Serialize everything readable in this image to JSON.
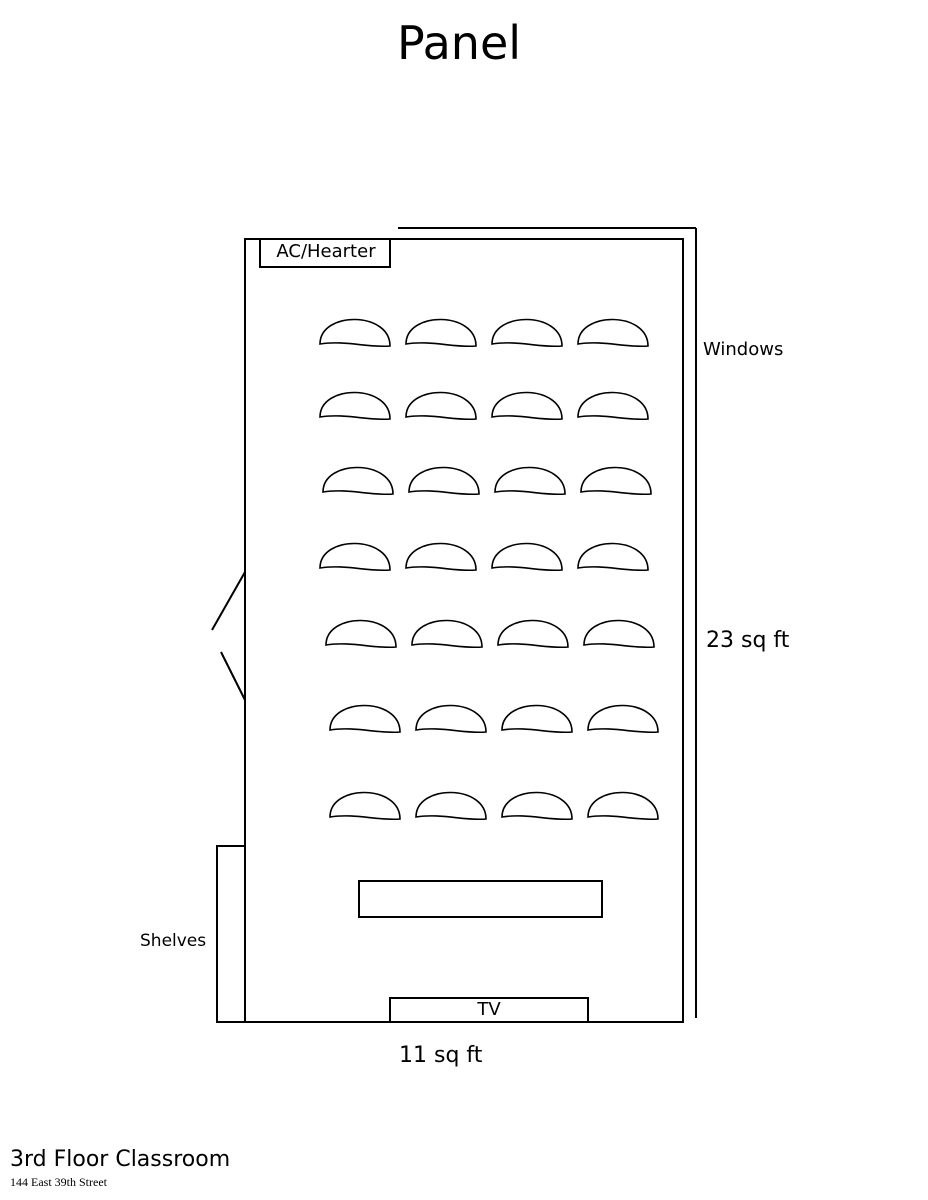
{
  "diagram": {
    "title": "Panel",
    "ac_heater_label": "AC/Hearter",
    "windows_label": "Windows",
    "room_length_label": "23 sq ft",
    "shelves_label": "Shelves",
    "tv_label": "TV",
    "room_width_label": "11 sq ft",
    "room_name": "3rd Floor Classroom",
    "address": "144 East 39th Street",
    "seating": {
      "rows": 7,
      "seats_per_row": 4
    },
    "colors": {
      "line": "#000000",
      "background": "#ffffff"
    }
  }
}
